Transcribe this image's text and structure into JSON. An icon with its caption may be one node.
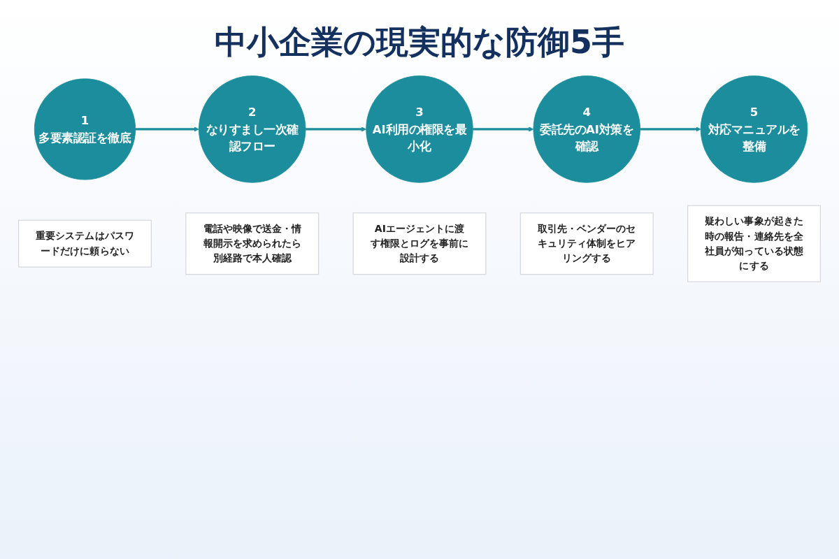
{
  "diagram": {
    "title": "中小企業の現実的な防御5手",
    "nodes": [
      {
        "text": [
          "1",
          "多要素認証を徹底"
        ]
      },
      {
        "text": [
          "2",
          "なりすまし一次確認フロー"
        ]
      },
      {
        "text": [
          "3",
          "AI利用の権限を最小化"
        ]
      },
      {
        "text": [
          "4",
          "委託先のAI対策を確認"
        ]
      },
      {
        "text": [
          "5",
          "対応マニュアルを整備"
        ]
      },
      {
        "text": [
          "重要システムはパスワードだけに頼らない"
        ]
      },
      {
        "text": [
          "電話や映像で送金・情報開示を求められたら別経路で本人確認"
        ]
      },
      {
        "text": [
          "AIエージェントに渡す権限とログを事前に設計する"
        ]
      },
      {
        "text": [
          "取引先・ベンダーのセキュリティ体制をヒアリングする"
        ]
      },
      {
        "text": [
          "疑わしい事象が起きた時の報告・連絡先を全社員が知っている状態にする"
        ]
      }
    ],
    "edges": [
      {
        "from": 0,
        "to": 1,
        "arrow": "to"
      },
      {
        "from": 1,
        "to": 2,
        "arrow": "to"
      },
      {
        "from": 2,
        "to": 3,
        "arrow": "to"
      },
      {
        "from": 3,
        "to": 4,
        "arrow": "to"
      }
    ]
  }
}
